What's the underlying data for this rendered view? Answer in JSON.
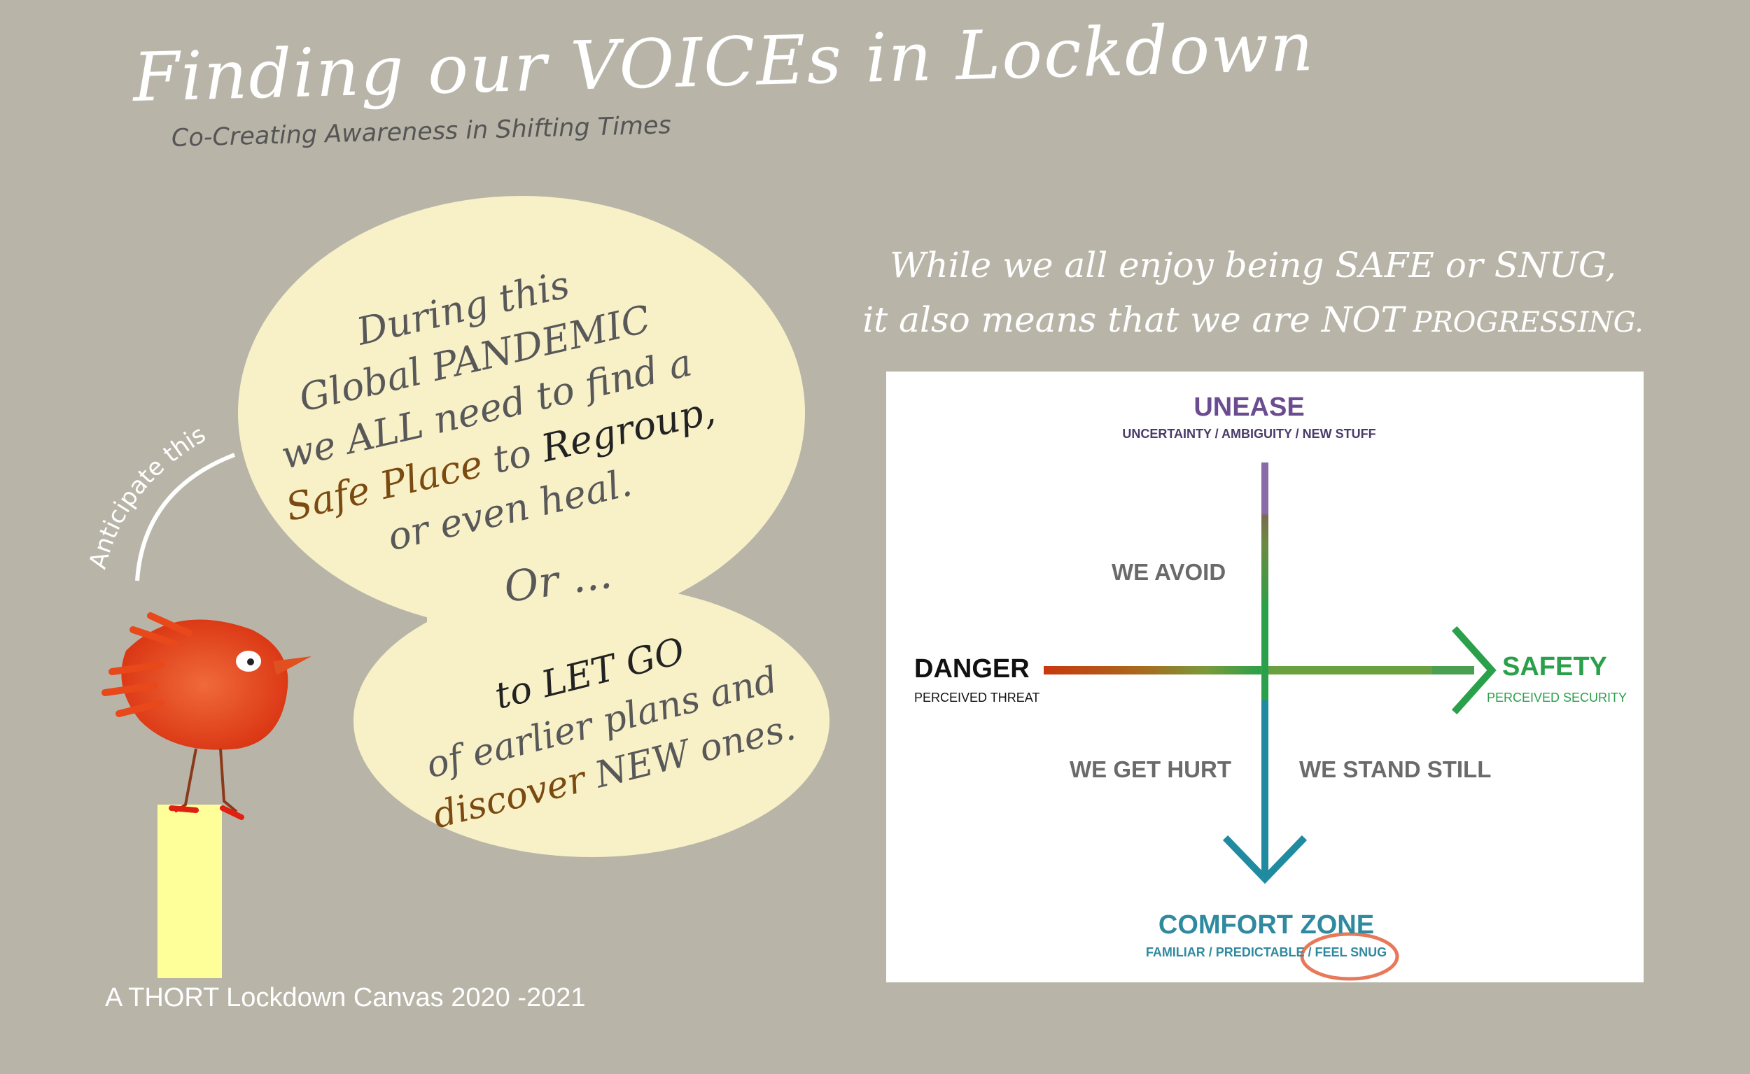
{
  "title": "Finding our VOICEs in Lockdown",
  "subtitle": "Co-Creating Awareness in Shifting Times",
  "tagline": {
    "line1_a": "While we all enjoy being ",
    "line1_b": "SAFE",
    "line1_c": " or ",
    "line1_d": "SNUG,",
    "line2_a": "it also means that we are ",
    "line2_b": "NOT",
    "line2_c": " PROGRESSING."
  },
  "anticipate": "Anticipate this",
  "bubble1": {
    "l1": "During this",
    "l2": "Global PANDEMIC",
    "l3": "we ALL need to find a",
    "l4_a": "Safe Place",
    "l4_b": " to ",
    "l4_c": "Regroup,",
    "l5": "or even heal."
  },
  "or_text": "Or ...",
  "bubble2": {
    "l1": "to LET GO",
    "l2": "of earlier plans and",
    "l3_a": "discover",
    "l3_b": " NEW ones."
  },
  "footer": "A THORT Lockdown Canvas 2020 -2021",
  "diagram": {
    "top_title": "UNEASE",
    "top_sub": "UNCERTAINTY / AMBIGUITY / NEW STUFF",
    "left_title": "DANGER",
    "left_sub": "PERCEIVED THREAT",
    "right_title": "SAFETY",
    "right_sub": "PERCEIVED SECURITY",
    "bottom_title": "COMFORT ZONE",
    "bottom_sub": "FAMILIAR / PREDICTABLE / FEEL SNUG",
    "q_top_left": "WE AVOID",
    "q_bottom_left": "WE GET HURT",
    "q_bottom_right": "WE STAND STILL"
  },
  "colors": {
    "background": "#b8b5a8",
    "bubble": "#f8f1c8",
    "purple": "#6b4c90",
    "green": "#2aa04a",
    "teal": "#2f8aa0",
    "red": "#c8380e",
    "circle": "#e8785a"
  }
}
